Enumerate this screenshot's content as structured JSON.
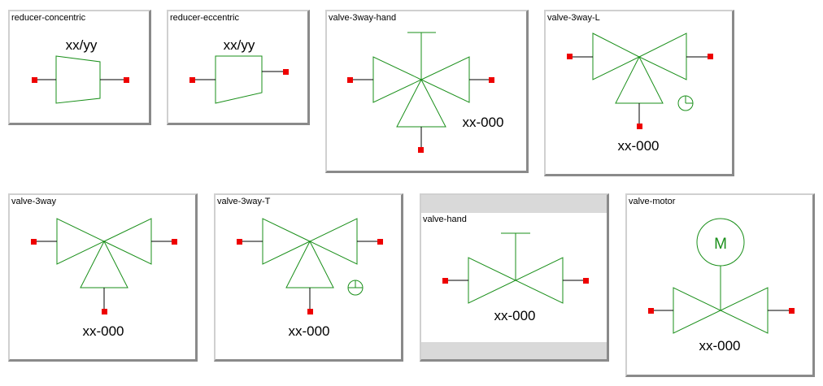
{
  "symbols": {
    "reducer_concentric": {
      "title": "reducer-concentric",
      "label": "xx/yy"
    },
    "reducer_eccentric": {
      "title": "reducer-eccentric",
      "label": "xx/yy"
    },
    "valve_3way_hand": {
      "title": "valve-3way-hand",
      "label": "xx-000"
    },
    "valve_3way_L": {
      "title": "valve-3way-L",
      "label": "xx-000"
    },
    "valve_3way": {
      "title": "valve-3way",
      "label": "xx-000"
    },
    "valve_3way_T": {
      "title": "valve-3way-T",
      "label": "xx-000"
    },
    "valve_hand": {
      "title": "valve-hand",
      "label": "xx-000"
    },
    "valve_motor": {
      "title": "valve-motor",
      "label": "xx-000",
      "motor_letter": "M"
    }
  },
  "colors": {
    "line": "#1a8f1a",
    "port": "#ee0000",
    "stem": "#000000"
  }
}
